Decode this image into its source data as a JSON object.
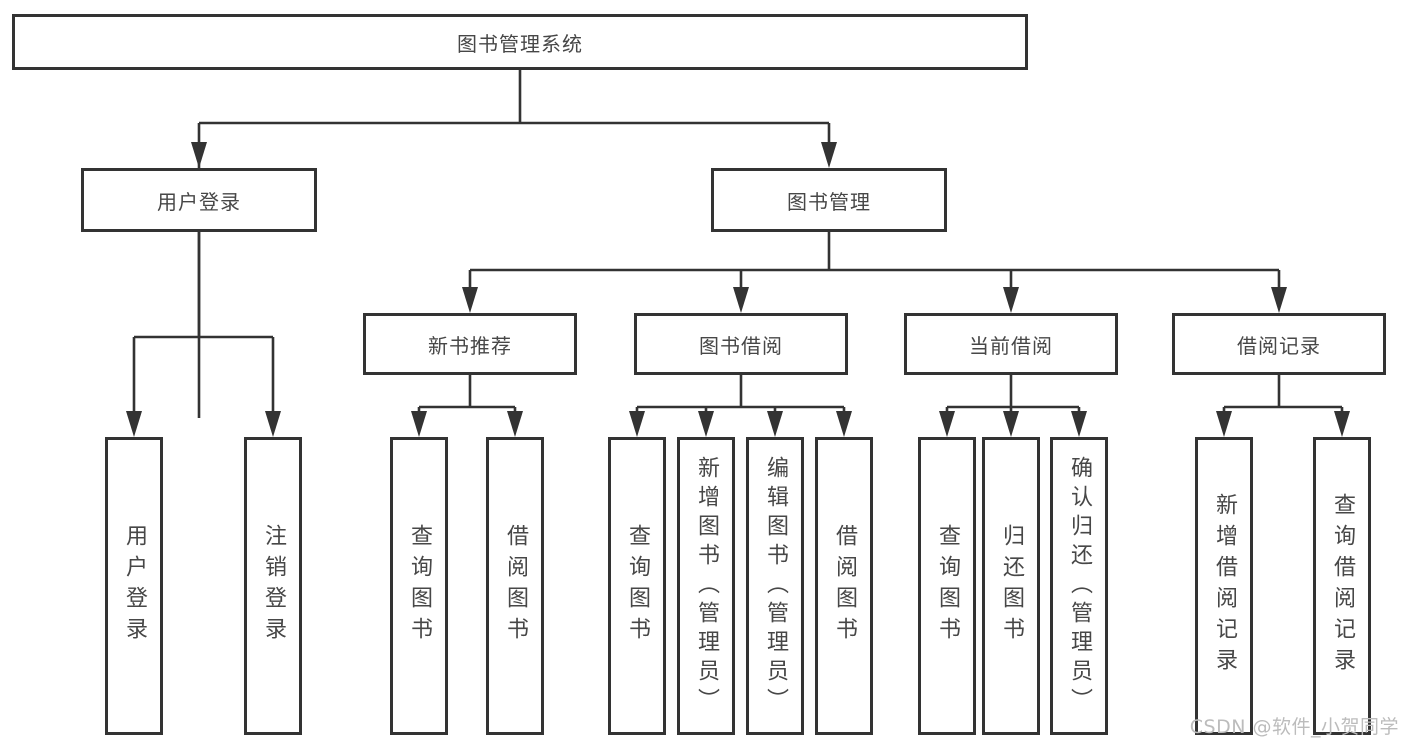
{
  "tree": {
    "root": {
      "label": "图书管理系统"
    },
    "children": [
      {
        "label": "用户登录",
        "children": [
          {
            "label": "用户登录"
          },
          {
            "label": "注销登录"
          }
        ]
      },
      {
        "label": "图书管理",
        "children": [
          {
            "label": "新书推荐",
            "children": [
              {
                "label": "查询图书"
              },
              {
                "label": "借阅图书"
              }
            ]
          },
          {
            "label": "图书借阅",
            "children": [
              {
                "label": "查询图书"
              },
              {
                "label": "新增图书（管理员）"
              },
              {
                "label": "编辑图书（管理员）"
              },
              {
                "label": "借阅图书"
              }
            ]
          },
          {
            "label": "当前借阅",
            "children": [
              {
                "label": "查询图书"
              },
              {
                "label": "归还图书"
              },
              {
                "label": "确认归还（管理员）"
              }
            ]
          },
          {
            "label": "借阅记录",
            "children": [
              {
                "label": "新增借阅记录"
              },
              {
                "label": "查询借阅记录"
              }
            ]
          }
        ]
      }
    ]
  },
  "watermark": {
    "text": "CSDN @软件_小贺同学"
  },
  "colors": {
    "line": "#333333",
    "box_border": "#333333",
    "text": "#474747",
    "watermark": "#bcbcbc",
    "background": "#ffffff"
  }
}
